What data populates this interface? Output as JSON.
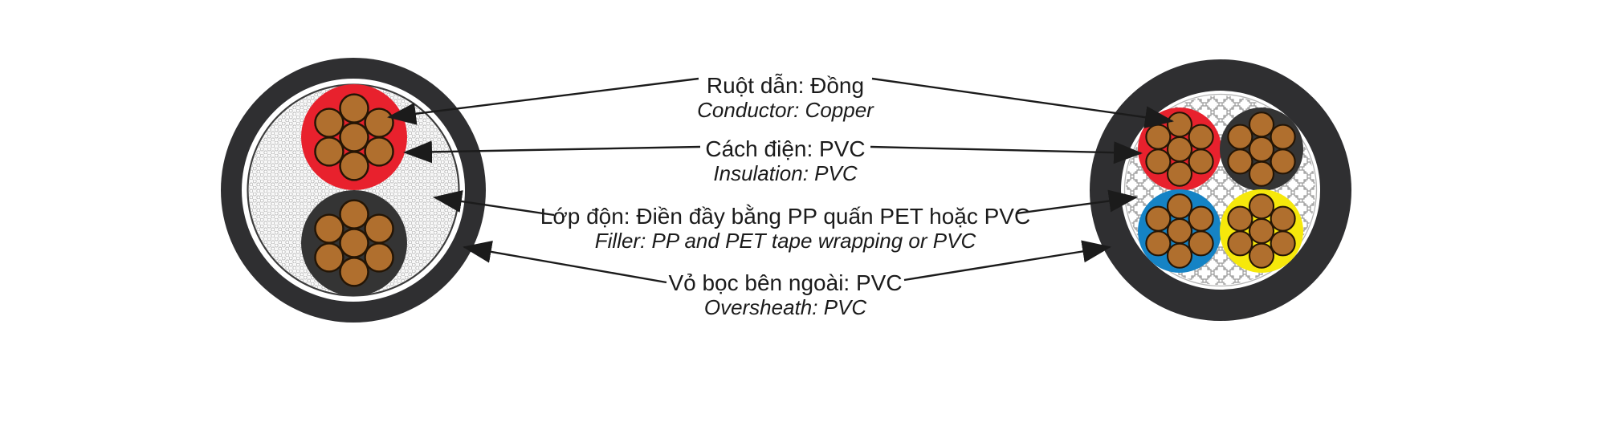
{
  "diagram": {
    "labels": [
      {
        "vi": "Ruột dẫn: Đồng",
        "en": "Conductor: Copper"
      },
      {
        "vi": "Cách điện: PVC",
        "en": "Insulation: PVC"
      },
      {
        "vi": "Lớp độn: Điền đầy bằng PP quấn PET hoặc PVC",
        "en": "Filler: PP and PET tape wrapping or PVC"
      },
      {
        "vi": "Vỏ bọc bên ngoài: PVC",
        "en": "Oversheath: PVC"
      }
    ],
    "colors": {
      "sheath": "#2f2f31",
      "insulation_red": "#e8212d",
      "insulation_black": "#343434",
      "insulation_blue": "#1583c5",
      "insulation_yellow": "#f6e80b",
      "conductor_copper": "#b06f2e",
      "line": "#1b1b1b"
    },
    "left_cable": {
      "cores": 2,
      "core_colors": [
        "red",
        "black"
      ],
      "strands_per_core": 7
    },
    "right_cable": {
      "cores": 4,
      "core_colors": [
        "red",
        "black",
        "blue",
        "yellow"
      ],
      "strands_per_core": 7
    }
  }
}
